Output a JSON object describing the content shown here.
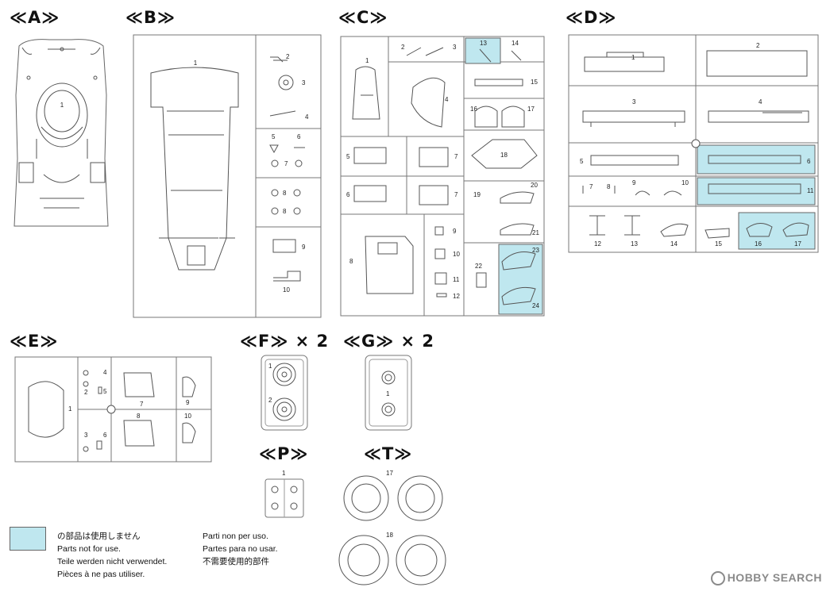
{
  "sprues": [
    {
      "id": "A",
      "header": "≪A≫",
      "parts": [
        "1"
      ]
    },
    {
      "id": "B",
      "header": "≪B≫",
      "parts": [
        "1",
        "2",
        "3",
        "4",
        "5",
        "6",
        "7",
        "8",
        "9",
        "10"
      ]
    },
    {
      "id": "C",
      "header": "≪C≫",
      "parts": [
        "1",
        "2",
        "3",
        "4",
        "5",
        "6",
        "7",
        "8",
        "9",
        "10",
        "11",
        "12",
        "13",
        "14",
        "15",
        "16",
        "17",
        "18",
        "19",
        "20",
        "21",
        "22",
        "23",
        "24"
      ]
    },
    {
      "id": "D",
      "header": "≪D≫",
      "parts": [
        "1",
        "2",
        "3",
        "4",
        "5",
        "6",
        "7",
        "8",
        "9",
        "10",
        "11",
        "12",
        "13",
        "14",
        "15",
        "16",
        "17"
      ]
    },
    {
      "id": "E",
      "header": "≪E≫",
      "parts": [
        "1",
        "2",
        "3",
        "4",
        "5",
        "6",
        "7",
        "8",
        "9",
        "10"
      ]
    },
    {
      "id": "F",
      "header": "≪F≫ × 2",
      "parts": [
        "1",
        "2"
      ]
    },
    {
      "id": "G",
      "header": "≪G≫ × 2",
      "parts": [
        "1"
      ]
    },
    {
      "id": "P",
      "header": "≪P≫",
      "parts": [
        "1"
      ]
    },
    {
      "id": "T",
      "header": "≪T≫",
      "parts": [
        "17",
        "18"
      ]
    }
  ],
  "unused_parts": {
    "C": [
      "13",
      "23",
      "24"
    ],
    "D": [
      "6",
      "11",
      "16",
      "17"
    ]
  },
  "colors": {
    "unused_fill": "#bfe7ef",
    "line": "#555555",
    "frame": "#777777"
  },
  "legend": {
    "lines_left": [
      "の部品は使用しません",
      "Parts not for use.",
      "Teile werden nicht verwendet.",
      "Pièces à ne pas utiliser."
    ],
    "lines_right": [
      "Parti non per uso.",
      "Partes para no usar.",
      "不需要使用的部件"
    ]
  },
  "watermark": "HOBBY SEARCH"
}
